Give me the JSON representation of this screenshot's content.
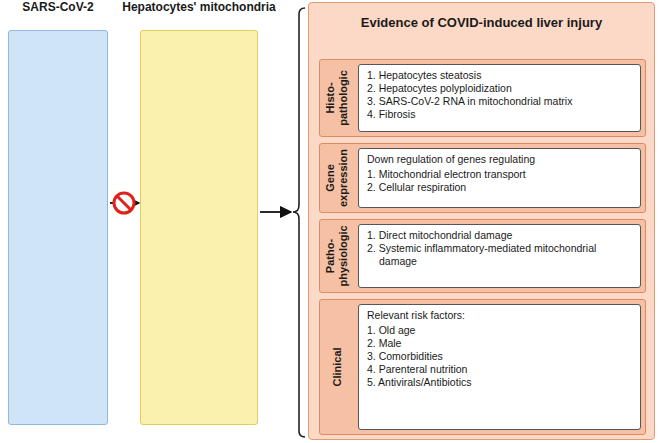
{
  "diagram": {
    "nodes": [
      {
        "text": [
          "SARS-CoV-2"
        ]
      },
      {
        "text": [
          "Hepatocytes' mitochondria"
        ]
      },
      {
        "text": [
          "Evidence of COVID-induced liver injury"
        ]
      },
      {
        "text": [
          "Histo- pathologic"
        ],
        "in": 2
      },
      {
        "text": [
          "1. Hepatocytes steatosis",
          "2. Hepatocytes polyploidization",
          "3. SARS-CoV-2 RNA in mitochondrial matrix",
          "4. Fibrosis"
        ],
        "in": 3
      },
      {
        "text": [
          "Gene expression"
        ],
        "in": 2
      },
      {
        "text": [
          "Down regulation of genes regulating",
          "1. Mitochondrial electron transport",
          "2. Cellular respiration"
        ],
        "in": 5
      },
      {
        "text": [
          "Patho- physiologic"
        ],
        "in": 2
      },
      {
        "text": [
          "1. Direct mitochondrial damage",
          "2. Systemic inflammatory-mediated mitochondrial damage"
        ],
        "in": 7
      },
      {
        "text": [
          "Clinical"
        ],
        "in": 2
      },
      {
        "text": [
          "Relevant risk factors:",
          "1. Old age",
          "2. Male",
          "3. Comorbidities",
          "4. Parenteral nutrition",
          "5. Antivirals/Antibiotics"
        ],
        "in": 9
      }
    ],
    "edges": [
      {
        "from": 0,
        "to": 1,
        "arrow": "to"
      },
      {
        "from": 1,
        "to": 2,
        "arrow": "to"
      }
    ]
  }
}
